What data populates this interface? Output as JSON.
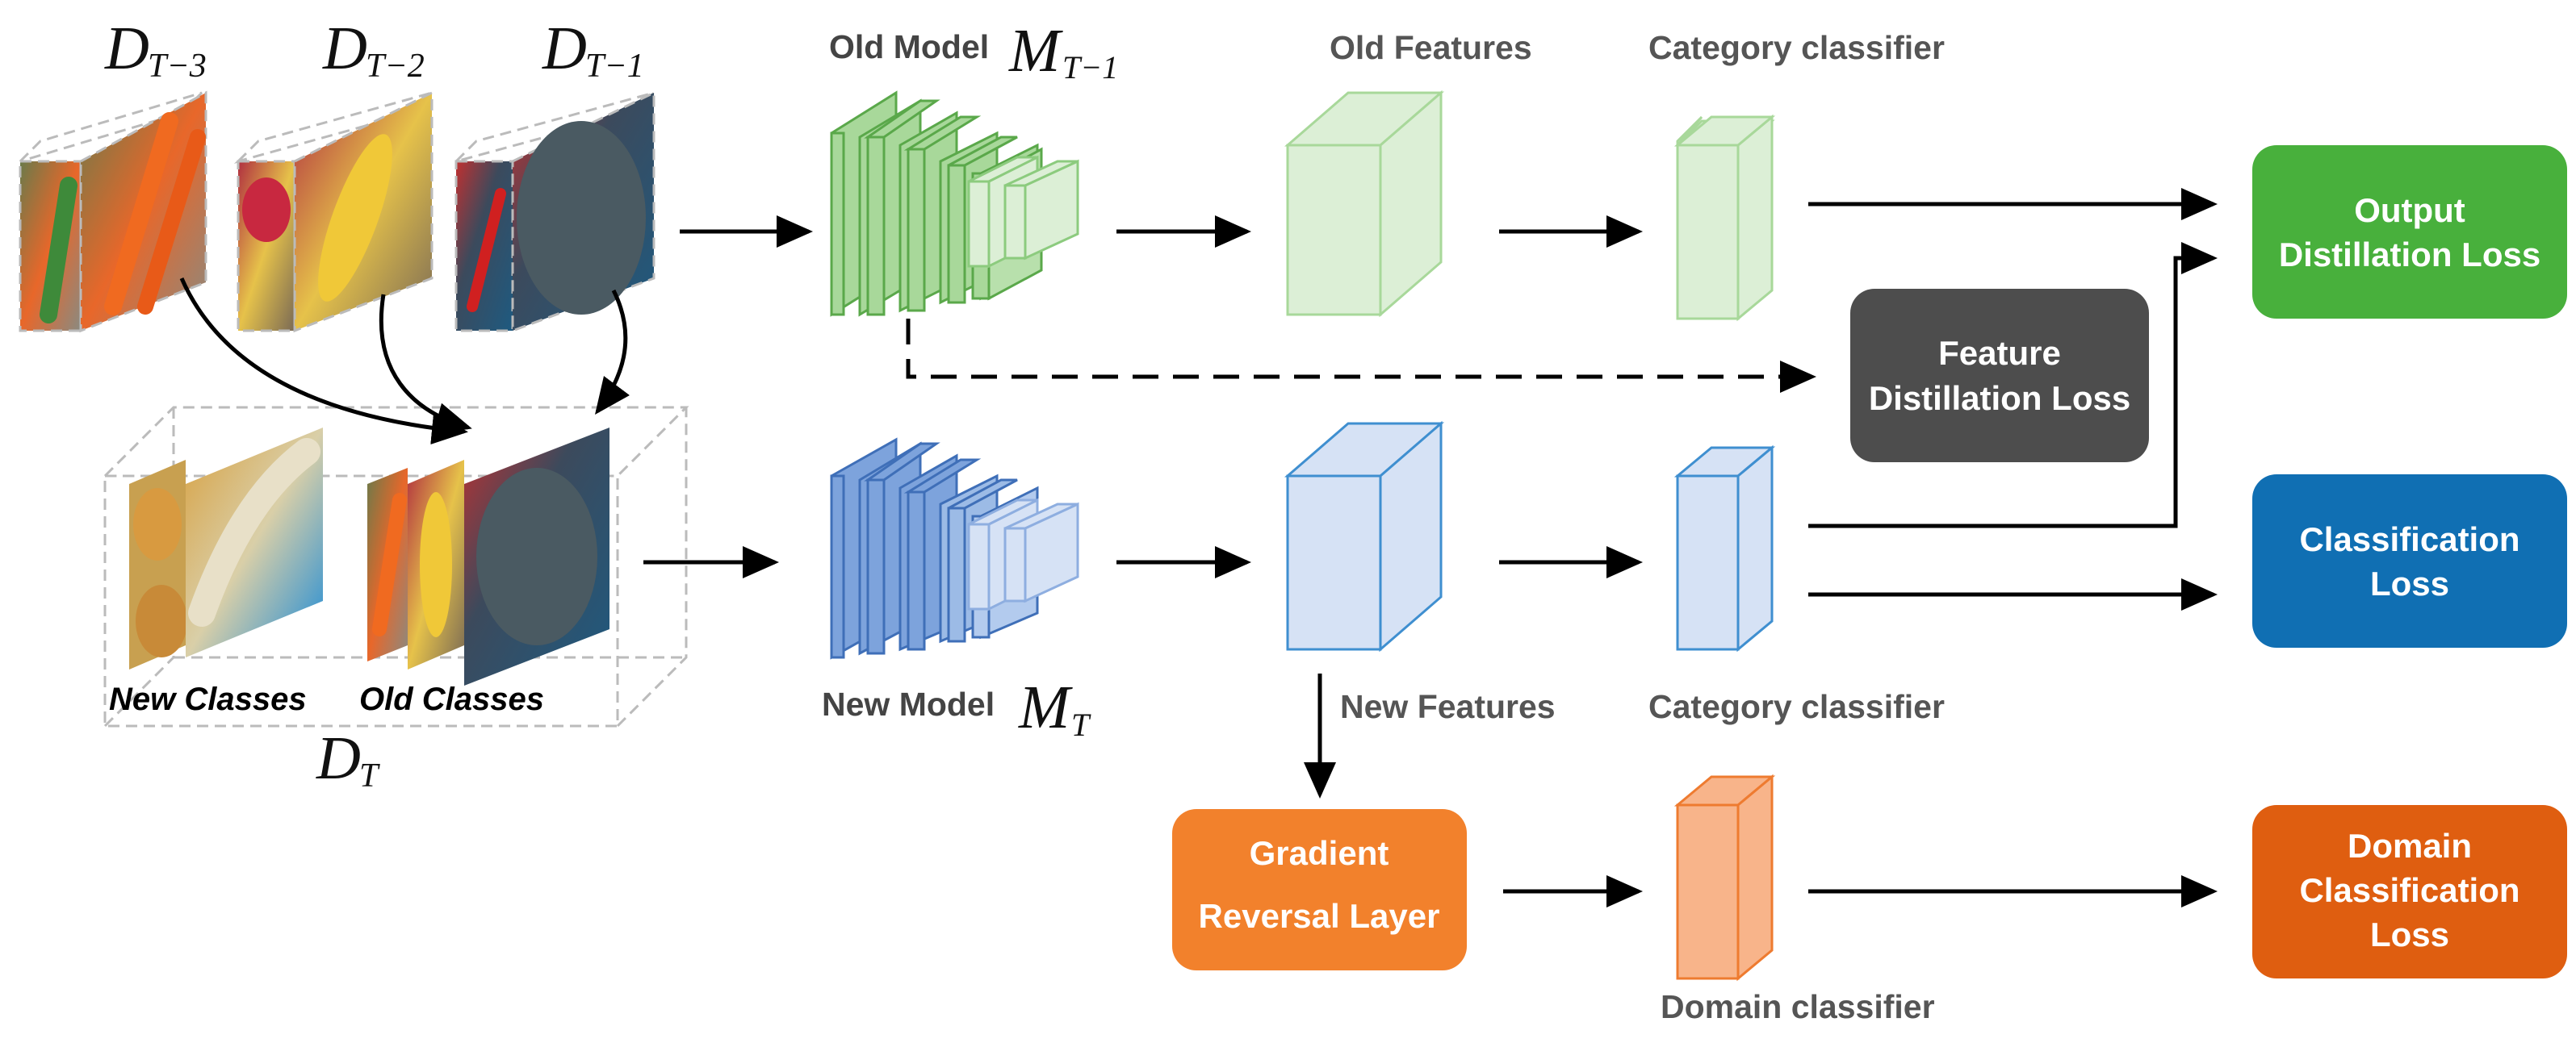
{
  "datasets": {
    "d_symbol": "D",
    "d_t3_sub": "T−3",
    "d_t2_sub": "T−2",
    "d_t1_sub": "T−1",
    "d_t_sub": "T",
    "new_classes": "New Classes",
    "old_classes": "Old Classes"
  },
  "models": {
    "old_prefix": "Old Model",
    "new_prefix": "New Model",
    "m_symbol": "M",
    "old_sub": "T−1",
    "new_sub": "T"
  },
  "labels": {
    "old_features": "Old Features",
    "new_features": "New Features",
    "category_classifier_top": "Category classifier",
    "category_classifier_bottom": "Category classifier",
    "domain_classifier": "Domain classifier"
  },
  "boxes": {
    "output_distillation": [
      "Output",
      "Distillation Loss"
    ],
    "feature_distillation": [
      "Feature",
      "Distillation Loss"
    ],
    "classification": [
      "Classification",
      "Loss"
    ],
    "domain_classification": [
      "Domain",
      "Classification",
      "Loss"
    ],
    "gradient_reversal": [
      "Gradient",
      "Reversal Layer"
    ]
  },
  "colors": {
    "green_fill": "#a8d89a",
    "green_stroke": "#5aa84a",
    "light_green_fill": "#dcefd6",
    "blue_fill": "#7da3dc",
    "blue_stroke": "#3f6fb8",
    "light_blue_fill": "#d6e2f5",
    "orange_fill": "#f8b48a",
    "orange_stroke": "#ee7b30",
    "output_box": "#48b03c",
    "feature_box": "#4d4d4d",
    "classification_box": "#106fb3",
    "domain_box": "#df5e10",
    "grl_box": "#f2812c"
  }
}
